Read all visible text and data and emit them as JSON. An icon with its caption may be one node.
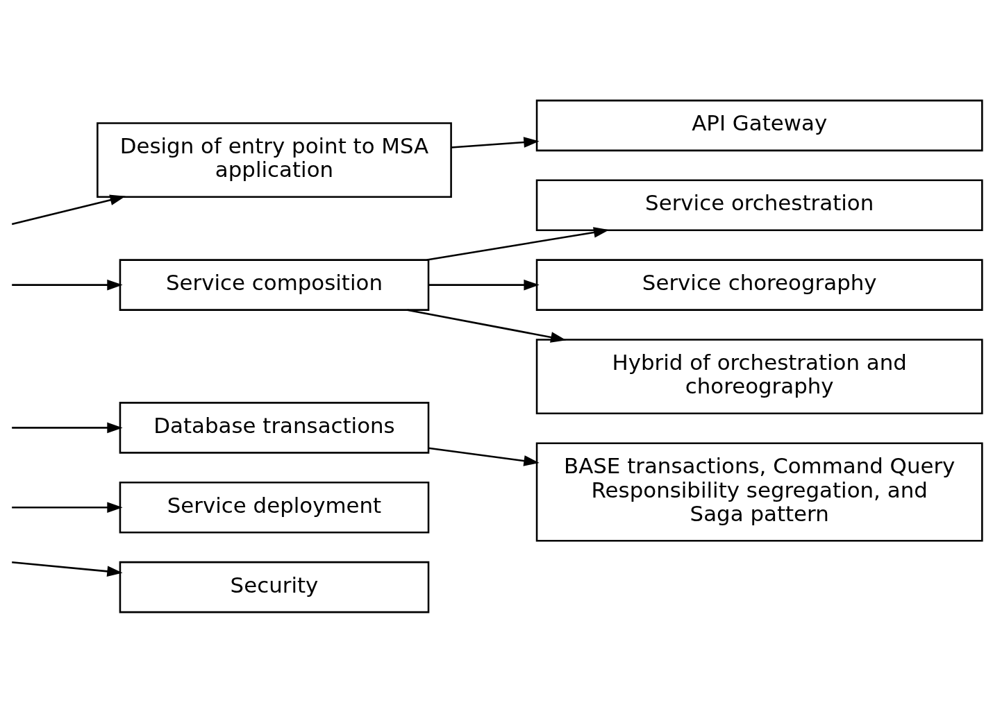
{
  "diagram": {
    "nodes": [
      {
        "text": [
          "Design of entry point to MSA application"
        ]
      },
      {
        "text": [
          "API Gateway"
        ]
      },
      {
        "text": [
          "Service composition"
        ]
      },
      {
        "text": [
          "Service orchestration"
        ]
      },
      {
        "text": [
          "Service choreography"
        ]
      },
      {
        "text": [
          "Hybrid of orchestration and choreography"
        ]
      },
      {
        "text": [
          "Database transactions"
        ]
      },
      {
        "text": [
          "BASE transactions, Command Query Responsibility segregation, and Saga pattern"
        ]
      },
      {
        "text": [
          "Service deployment"
        ]
      },
      {
        "text": [
          "Security"
        ]
      }
    ],
    "edges": [
      {
        "from": null,
        "to": 0,
        "arrow": "to"
      },
      {
        "from": 0,
        "to": 1,
        "arrow": "to"
      },
      {
        "from": null,
        "to": 2,
        "arrow": "to"
      },
      {
        "from": 2,
        "to": 3,
        "arrow": "to"
      },
      {
        "from": 2,
        "to": 4,
        "arrow": "to"
      },
      {
        "from": 2,
        "to": 5,
        "arrow": "to"
      },
      {
        "from": null,
        "to": 6,
        "arrow": "to"
      },
      {
        "from": 6,
        "to": 7,
        "arrow": "to"
      },
      {
        "from": null,
        "to": 8,
        "arrow": "to"
      },
      {
        "from": null,
        "to": 9,
        "arrow": "to"
      }
    ]
  }
}
